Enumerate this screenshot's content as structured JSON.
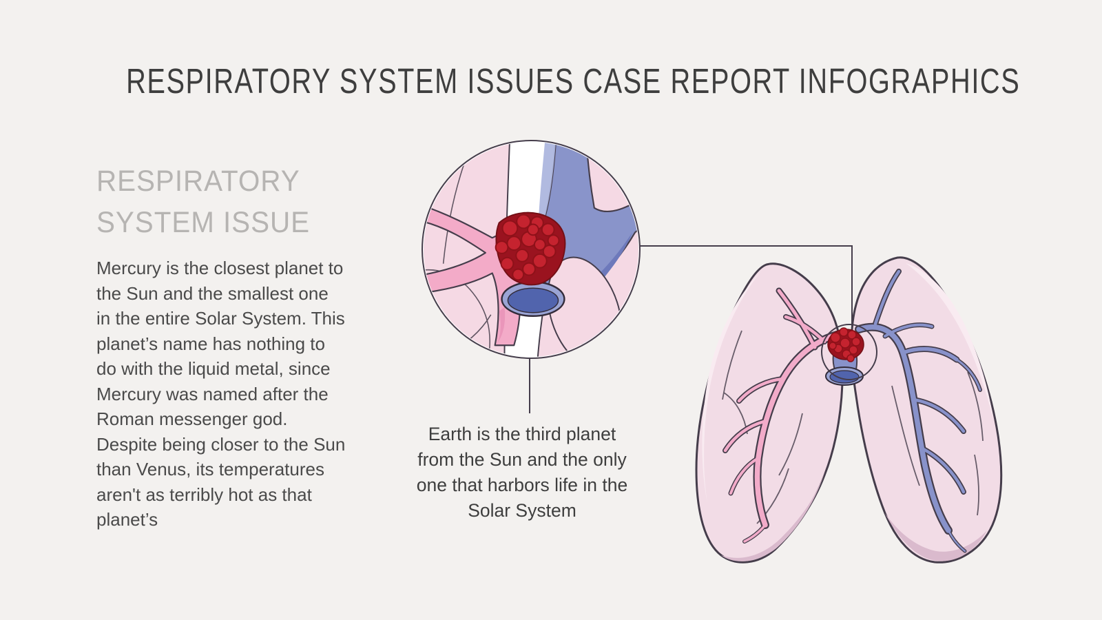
{
  "header": {
    "title": "RESPIRATORY SYSTEM ISSUES CASE REPORT INFOGRAPHICS"
  },
  "left_panel": {
    "heading": "RESPIRATORY SYSTEM ISSUE",
    "body": "Mercury is the closest planet to the Sun and the smallest one in the entire Solar System. This planet’s name has nothing to do with the liquid metal, since Mercury was named after the Roman messenger god. Despite being closer to the Sun than Venus, its temperatures aren't as terribly hot as that planet’s"
  },
  "callout": {
    "caption": "Earth is the third planet from the Sun and the only one that harbors life in the Solar System"
  },
  "illustration": {
    "zoom_circle_icon": "pulmonary-embolism-closeup-icon",
    "lungs_icon": "lungs-with-embolism-icon",
    "colors": {
      "background": "#f3f1ef",
      "title_text": "#3e3e3e",
      "heading_gray": "#b6b4b2",
      "body_text": "#4a4a4a",
      "outline": "#453d4b",
      "lung_fill": "#f2dce6",
      "lung_highlight": "#f9ebf1",
      "lung_shadow": "#dabacd",
      "pale_pink": "#f5d9e4",
      "artery_pink": "#f3abc8",
      "artery_pink_shade": "#ea96ba",
      "vein_blue": "#8994ca",
      "vein_blue_light": "#a9b2dd",
      "vein_blue_dark": "#6d79bb",
      "opening_rim": "#9aa4d4",
      "opening_blue": "#5164ad",
      "clot_red": "#c5232f",
      "clot_dark_red": "#9a131f"
    }
  }
}
